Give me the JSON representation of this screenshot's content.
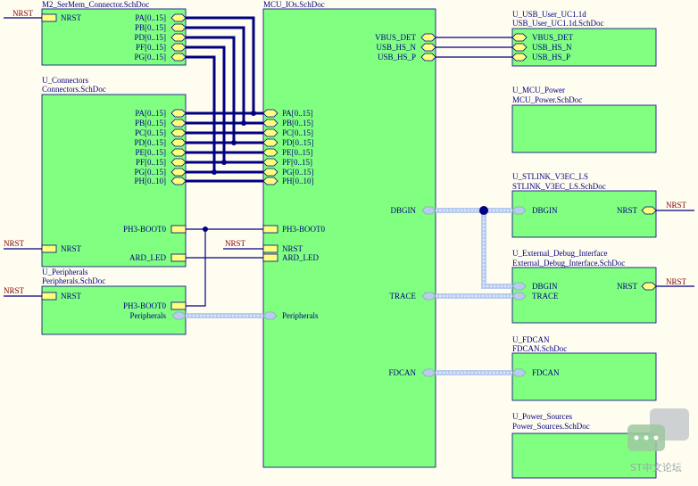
{
  "sheets": {
    "m2": {
      "title": "M2_SerMem_Connector.SchDoc"
    },
    "conn": {
      "designator": "U_Connectors",
      "title": "Connectors.SchDoc"
    },
    "periph": {
      "designator": "U_Peripherals",
      "title": "Peripherals.SchDoc"
    },
    "mcu": {
      "title": "MCU_IOs.SchDoc"
    },
    "usb": {
      "designator": "U_USB_User_UC1.1d",
      "title": "USB_User_UC1.1d.SchDoc"
    },
    "power": {
      "designator": "U_MCU_Power",
      "title": "MCU_Power.SchDoc"
    },
    "stlink": {
      "designator": "U_STLINK_V3EC_LS",
      "title": "STLINK_V3EC_LS.SchDoc"
    },
    "ext": {
      "designator": "U_External_Debug_Interface",
      "title": "External_Debug_Interface.SchDoc"
    },
    "fdcan": {
      "designator": "U_FDCAN",
      "title": "FDCAN.SchDoc"
    },
    "psrc": {
      "designator": "U_Power_Sources",
      "title": "Power_Sources.SchDoc"
    }
  },
  "ports": {
    "m2": [
      "NRST",
      "PA[0..15]",
      "PB[0..15]",
      "PD[0..15]",
      "PF[0..15]",
      "PG[0..15]"
    ],
    "conn": [
      "PA[0..15]",
      "PB[0..15]",
      "PC[0..15]",
      "PD[0..15]",
      "PE[0..15]",
      "PF[0..15]",
      "PG[0..15]",
      "PH[0..10]",
      "PH3-BOOT0",
      "NRST",
      "ARD_LED"
    ],
    "periph": [
      "NRST",
      "PH3-BOOT0",
      "Peripherals"
    ],
    "mcu": [
      "PA[0..15]",
      "PB[0..15]",
      "PC[0..15]",
      "PD[0..15]",
      "PE[0..15]",
      "PF[0..15]",
      "PG[0..15]",
      "PH[0..10]",
      "PH3-BOOT0",
      "NRST",
      "ARD_LED",
      "Peripherals",
      "VBUS_DET",
      "USB_HS_N",
      "USB_HS_P",
      "DBGIN",
      "TRACE",
      "FDCAN"
    ],
    "usb": [
      "VBUS_DET",
      "USB_HS_N",
      "USB_HS_P"
    ],
    "stlink": [
      "DBGIN",
      "NRST"
    ],
    "ext": [
      "DBGIN",
      "TRACE",
      "NRST"
    ],
    "fdcan": [
      "FDCAN"
    ]
  },
  "net_labels": [
    "NRST",
    "NRST",
    "NRST",
    "NRST",
    "NRST",
    "NRST"
  ],
  "watermark": "ST中文论坛",
  "colors": {
    "sheet_fill": "#80FF80",
    "port_fill": "#FFFF80",
    "wire": "#000080",
    "harness": "#B8CCF0",
    "background": "#FFFCF0",
    "net_label": "#800000"
  }
}
